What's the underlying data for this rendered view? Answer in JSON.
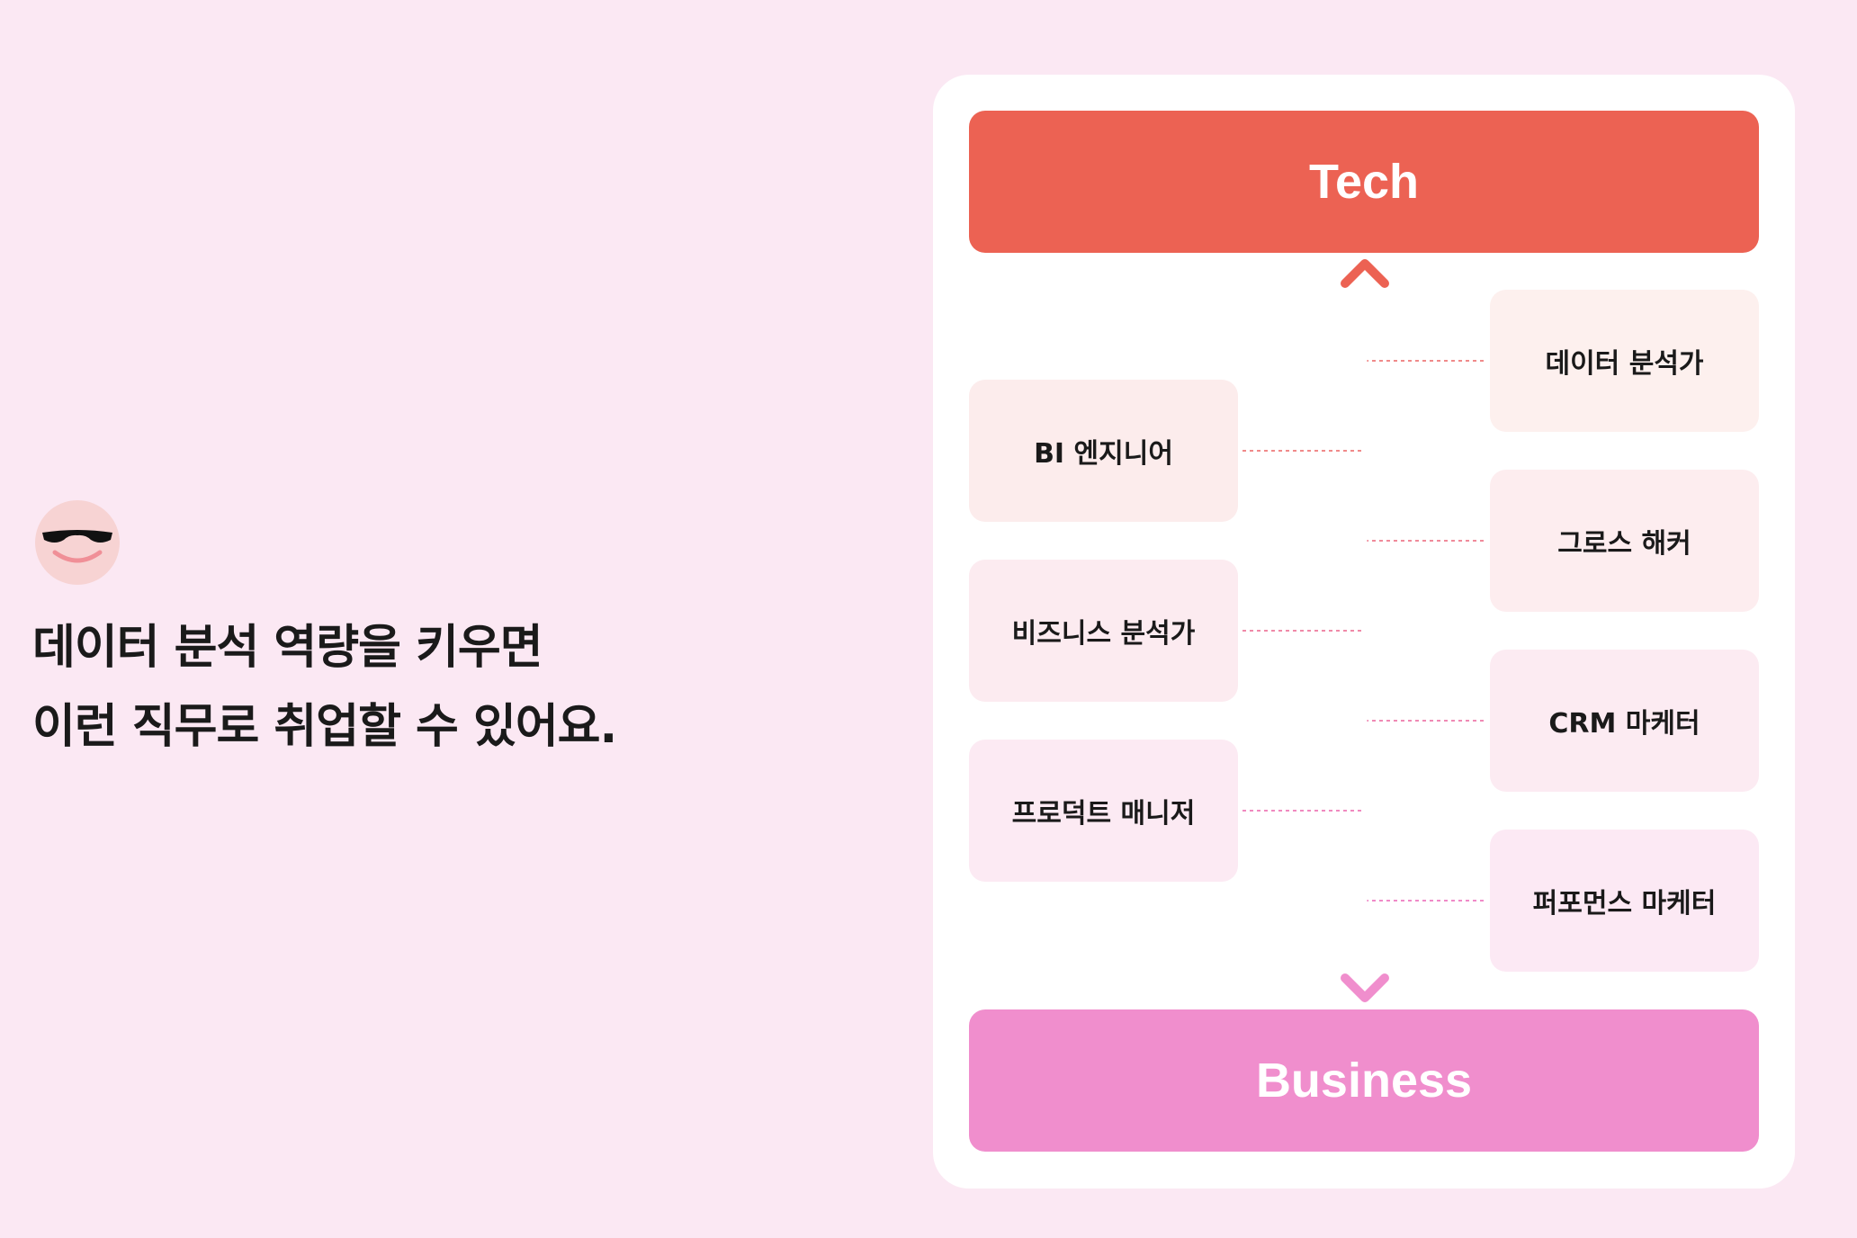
{
  "headline": {
    "line1": "데이터 분석 역량을 키우면",
    "line2": "이런 직무로 취업할 수 있어요."
  },
  "diagram": {
    "top_label": "Tech",
    "bottom_label": "Business",
    "left_roles": [
      "BI 엔지니어",
      "비즈니스 분석가",
      "프로덕트 매니저"
    ],
    "right_roles": [
      "데이터 분석가",
      "그로스 해커",
      "CRM 마케터",
      "퍼포먼스 마케터"
    ]
  },
  "colors": {
    "background": "#fbe8f3",
    "tech": "#ec6253",
    "business": "#f08ecd"
  },
  "icons": {
    "avatar": "sunglasses-smiley-icon"
  }
}
